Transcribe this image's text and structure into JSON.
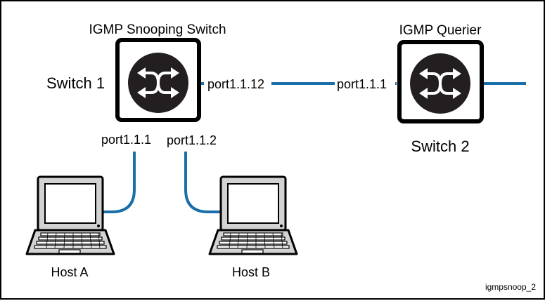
{
  "colors": {
    "link": "#1a6fa8",
    "device": "#000000",
    "laptop_fill": "#d2d2d2",
    "background": "#ffffff"
  },
  "labels": {
    "switch1_role": "IGMP Snooping Switch",
    "switch2_role": "IGMP Querier",
    "switch1_name": "Switch 1",
    "switch2_name": "Switch 2",
    "port_s1_uplink": "port1.1.12",
    "port_s2_downlink": "port1.1.1",
    "port_s1_host_a": "port1.1.1",
    "port_s1_host_b": "port1.1.2",
    "host_a": "Host A",
    "host_b": "Host B",
    "caption": "igmpsnoop_2"
  },
  "icons": {
    "switch": "switch-icon",
    "laptop": "laptop-icon"
  }
}
